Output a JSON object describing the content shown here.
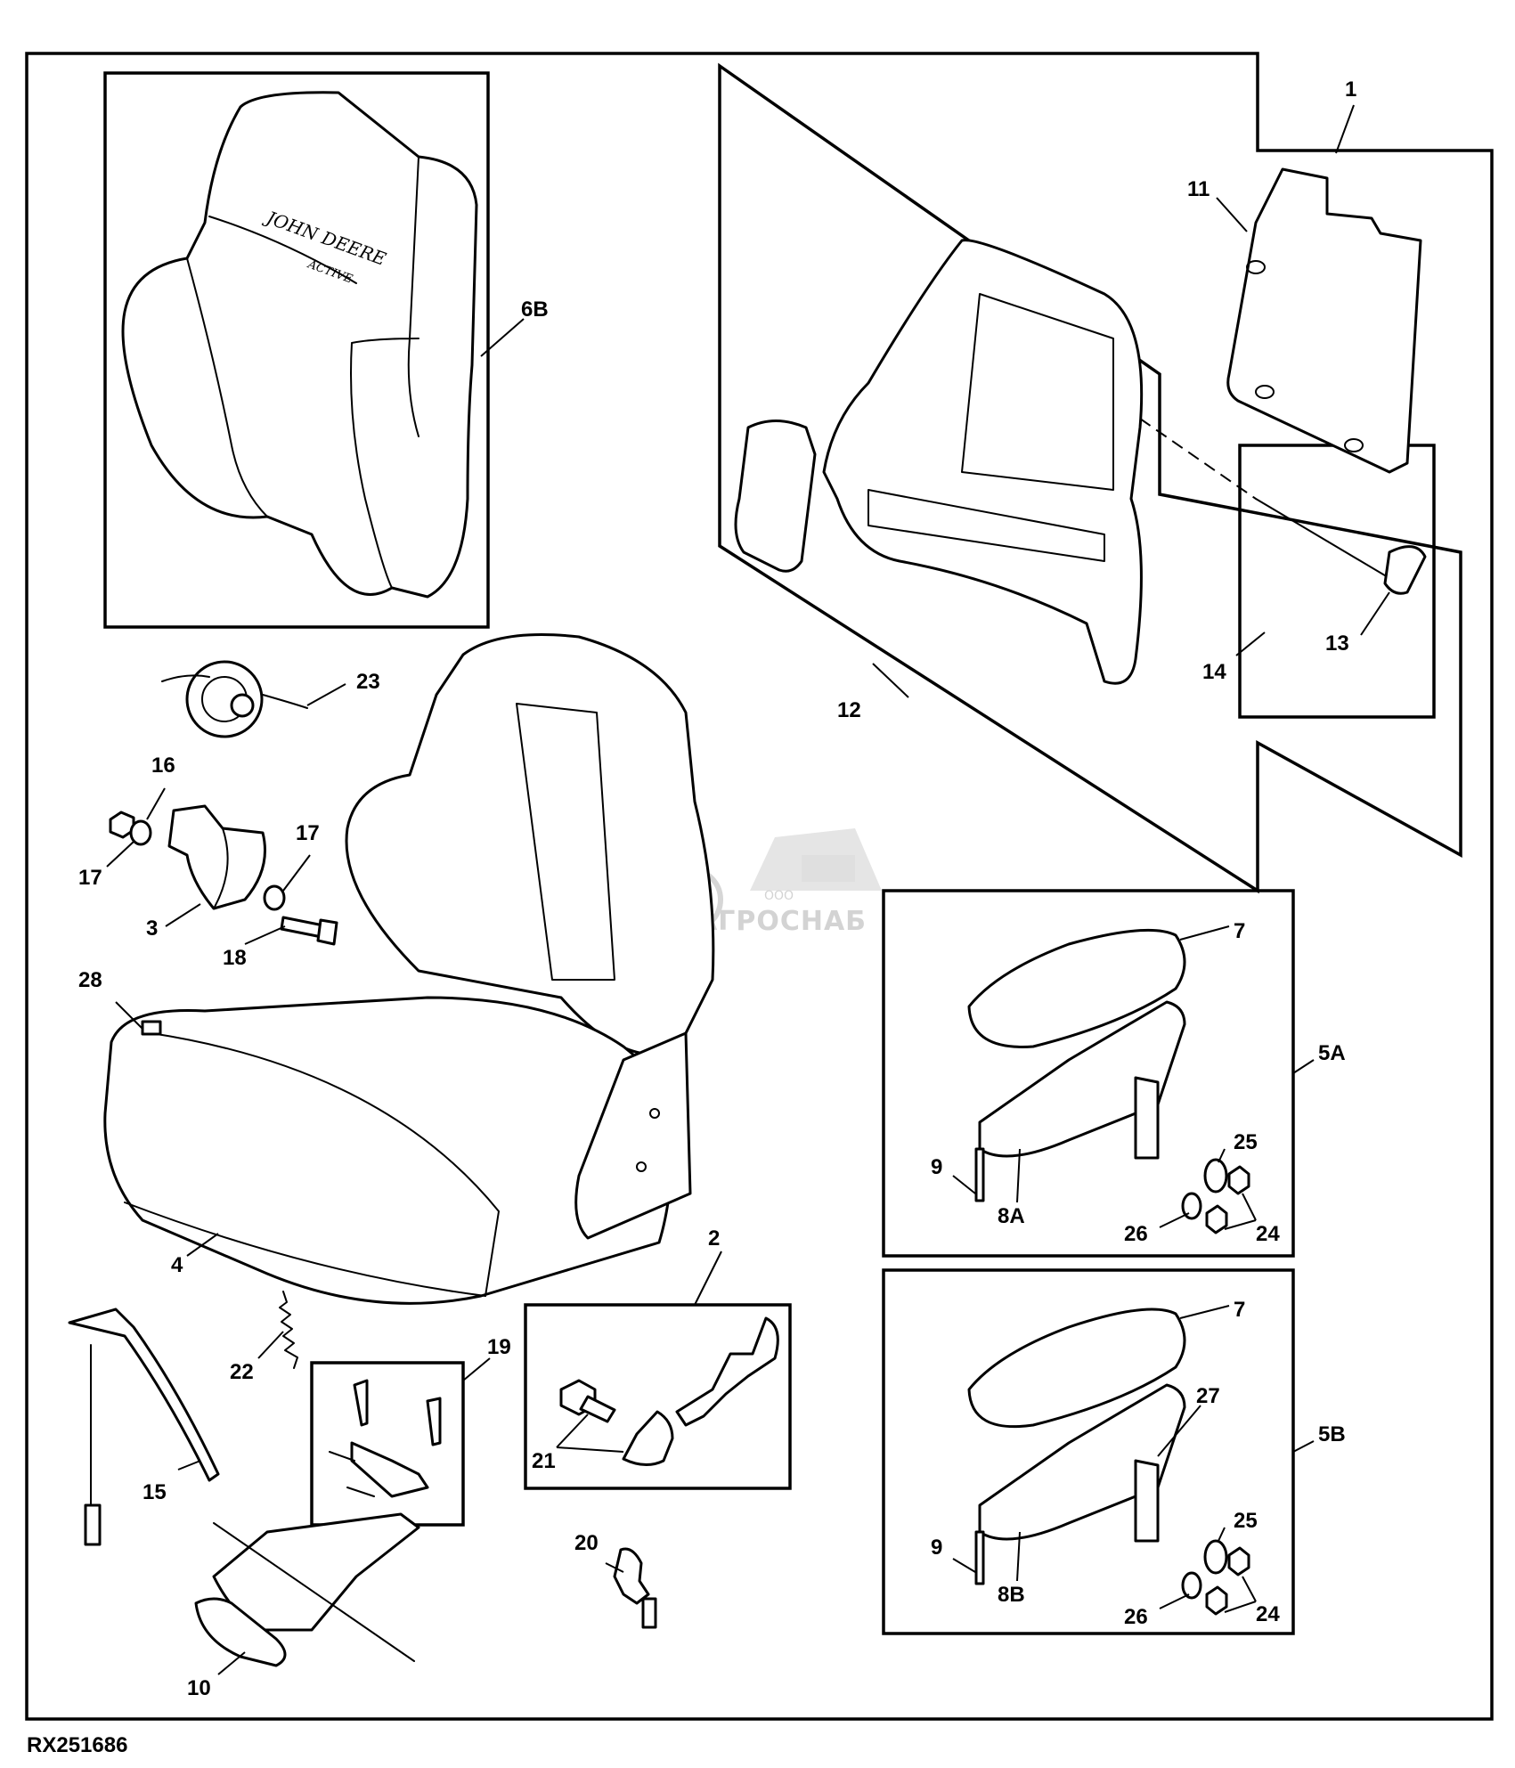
{
  "figure": {
    "id": "RX251686",
    "watermark": {
      "brand": "АГРОСНАБ",
      "prefix": "ООО"
    },
    "backrest_cover_logo": {
      "brand": "JOHN DEERE",
      "model": "ACTIVE"
    }
  },
  "callouts": {
    "c1": "1",
    "c2": "2",
    "c3": "3",
    "c4": "4",
    "c5a": "5A",
    "c5b": "5B",
    "c6b": "6B",
    "c7a": "7",
    "c7b": "7",
    "c8a": "8A",
    "c8b": "8B",
    "c9a": "9",
    "c9b": "9",
    "c10": "10",
    "c11": "11",
    "c12": "12",
    "c13": "13",
    "c14": "14",
    "c15": "15",
    "c16": "16",
    "c17a": "17",
    "c17b": "17",
    "c18": "18",
    "c19": "19",
    "c20": "20",
    "c21": "21",
    "c22": "22",
    "c23": "23",
    "c24a": "24",
    "c24b": "24",
    "c25a": "25",
    "c25b": "25",
    "c26a": "26",
    "c26b": "26",
    "c27": "27",
    "c28": "28"
  }
}
